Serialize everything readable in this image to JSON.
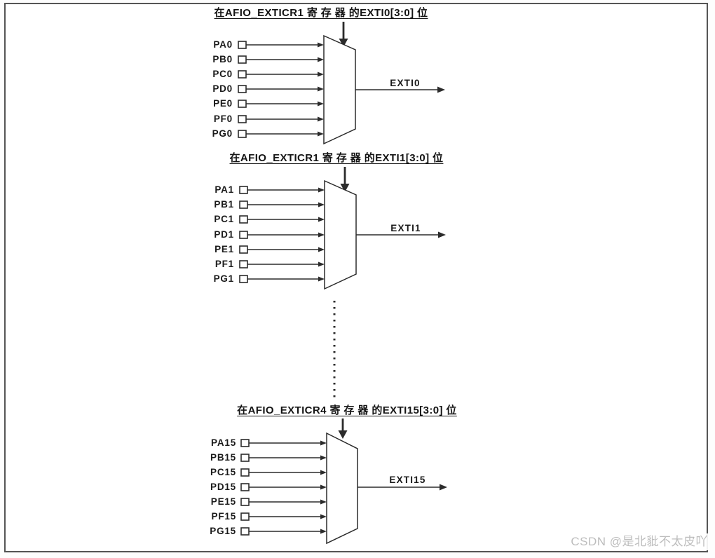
{
  "page": {
    "watermark": "CSDN @是北豼不太皮吖"
  },
  "colors": {
    "line": "#2b2b2b",
    "frame_border": "#555555",
    "watermark_text": "#bdbdbd",
    "background": "#ffffff"
  },
  "sections": [
    {
      "title": "在AFIO_EXTICR1 寄 存 器 的EXTI0[3:0] 位",
      "inputs": [
        "PA0",
        "PB0",
        "PC0",
        "PD0",
        "PE0",
        "PF0",
        "PG0"
      ],
      "output": "EXTI0"
    },
    {
      "title": "在AFIO_EXTICR1 寄 存 器 的EXTI1[3:0] 位",
      "inputs": [
        "PA1",
        "PB1",
        "PC1",
        "PD1",
        "PE1",
        "PF1",
        "PG1"
      ],
      "output": "EXTI1"
    },
    {
      "title": "在AFIO_EXTICR4 寄 存 器 的EXTI15[3:0] 位",
      "inputs": [
        "PA15",
        "PB15",
        "PC15",
        "PD15",
        "PE15",
        "PF15",
        "PG15"
      ],
      "output": "EXTI15"
    }
  ],
  "ellipsis": "continuation-dots-EXTI2-through-EXTI14"
}
